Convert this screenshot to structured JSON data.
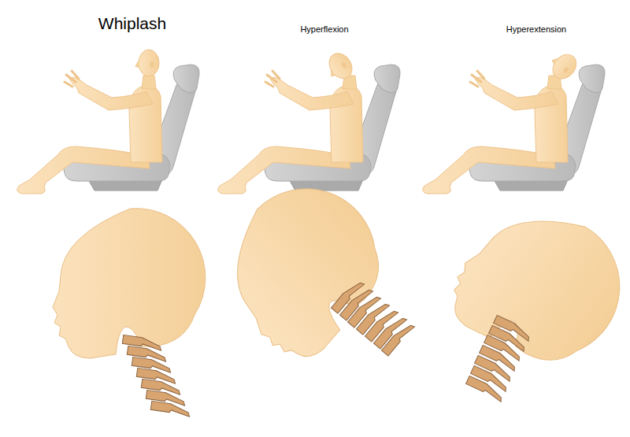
{
  "diagram": {
    "labels": [
      "Whiplash",
      "Hyperflexion",
      "Hyperextension"
    ]
  }
}
